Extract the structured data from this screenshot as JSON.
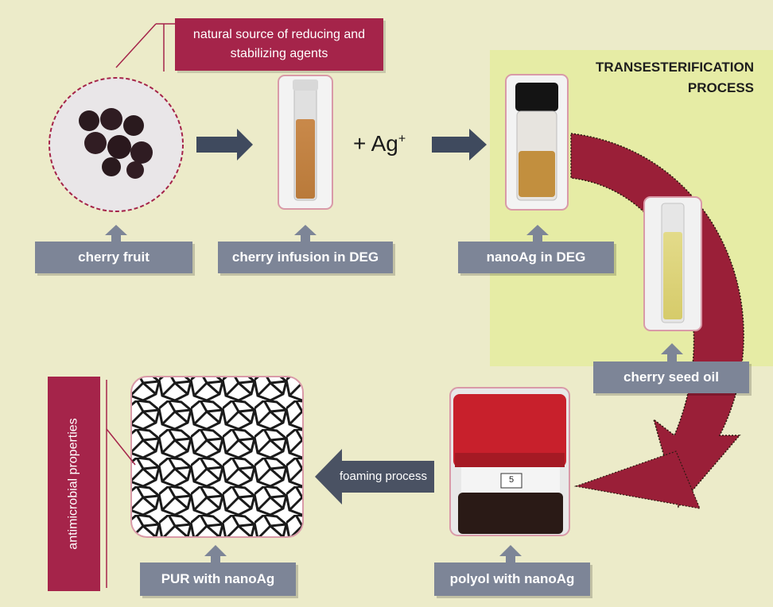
{
  "diagram": {
    "red_note": "natural source of reducing and\nstabilizing agents",
    "reagent_text": "+ Ag",
    "reagent_sup": "+",
    "trans_title": "TRANSESTERIFICATION\nPROCESS",
    "labels": {
      "cherry_fruit": "cherry fruit",
      "cherry_infusion": "cherry infusion in DEG",
      "nanoag_deg": "nanoAg in DEG",
      "cherry_seed_oil": "cherry seed oil",
      "polyol": "polyol with nanoAg",
      "pur": "PUR with nanoAg",
      "foaming": "foaming process",
      "antimicrobial": "antimicrobial properties"
    },
    "jar_label": "5",
    "colors": {
      "accent_red": "#a5244a",
      "label_gray": "#7d8597",
      "arrow_dark": "#3f4a5e",
      "curve_red": "#9a1f38"
    }
  }
}
